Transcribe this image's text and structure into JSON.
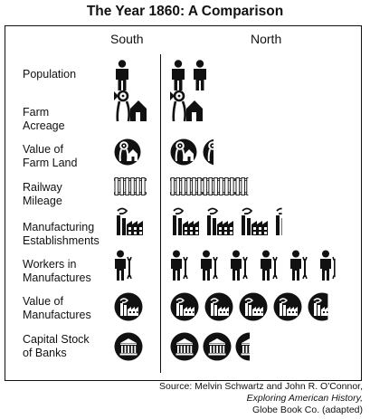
{
  "title": "The Year 1860: A Comparison",
  "columns": {
    "south": "South",
    "north": "North"
  },
  "rows": [
    {
      "label": [
        "Population"
      ],
      "icon": "person-icon"
    },
    {
      "label": [
        "Farm",
        "Acreage"
      ],
      "icon": "farm-acreage-icon"
    },
    {
      "label": [
        "Value of",
        "Farm Land"
      ],
      "icon": "farm-land-value-icon"
    },
    {
      "label": [
        "Railway",
        "Mileage"
      ],
      "icon": "railway-track-icon"
    },
    {
      "label": [
        "Manufacturing",
        "Establishments"
      ],
      "icon": "factory-icon"
    },
    {
      "label": [
        "Workers in",
        "Manufactures"
      ],
      "icon": "worker-icon"
    },
    {
      "label": [
        "Value of",
        "Manufactures"
      ],
      "icon": "manufactures-value-icon"
    },
    {
      "label": [
        "Capital Stock",
        "of Banks"
      ],
      "icon": "bank-icon"
    }
  ],
  "chart_data": {
    "type": "pictograph",
    "title": "The Year 1860: A Comparison",
    "categories": [
      "Population",
      "Farm Acreage",
      "Value of Farm Land",
      "Railway Mileage",
      "Manufacturing Establishments",
      "Workers in Manufactures",
      "Value of Manufactures",
      "Capital Stock of Banks"
    ],
    "series": [
      {
        "name": "South",
        "values": [
          1,
          1,
          1,
          1,
          1,
          1,
          1,
          1
        ]
      },
      {
        "name": "North",
        "values": [
          2,
          1,
          1.4,
          2.4,
          3.3,
          5.8,
          4.7,
          2.5
        ]
      }
    ]
  },
  "source": {
    "line1": "Source: Melvin Schwartz and John R. O'Connor,",
    "line2": "Exploring American History,",
    "line3": "Globe Book Co. (adapted)"
  }
}
